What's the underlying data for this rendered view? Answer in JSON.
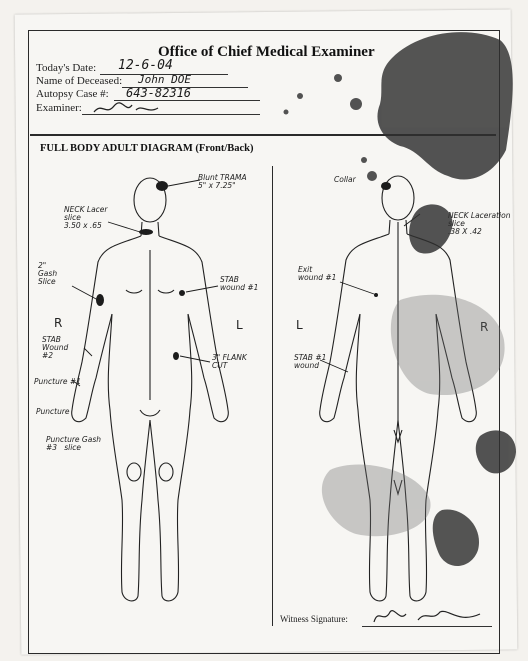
{
  "form": {
    "title": "Office of Chief Medical Examiner",
    "fields": [
      {
        "label": "Today's Date:",
        "value": "12-6-04"
      },
      {
        "label": "Name of Deceased:",
        "value": "John DOE"
      },
      {
        "label": "Autopsy Case #:",
        "value": "643-82316"
      },
      {
        "label": "Examiner:",
        "value": ""
      }
    ],
    "section_heading": "FULL BODY ADULT DIAGRAM (Front/Back)",
    "witness_label": "Witness Signature:"
  },
  "annotations": {
    "blunt_trauma": "Blunt TRAMA\n5\" x 7.25\"",
    "neck_laceration": "NECK Lacer\nslice\n3.50 x .65",
    "gash_slice": "2\"\nGash\nSlice",
    "stab_wound_1": "STAB\nwound #1",
    "flank_cut": "3\" FLANK\nCUT",
    "stab_wound_2": "STAB\nWound\n#2",
    "puncture_1": "Puncture #1",
    "puncture_2": "Puncture",
    "puncture_gash": "Puncture Gash\n#3   slice",
    "back_neck": "NECK Laceration\nslice\n.38 X .42",
    "collar_mark": "Collar",
    "exit_wound": "Exit\nwound #1",
    "back_stab": "STAB #1\nwound",
    "left_front": "L",
    "right_front": "R",
    "left_back": "L",
    "right_back": "R"
  },
  "colors": {
    "ink": "#1b1b1b",
    "stain": "#3a3a3a",
    "paper": "#f7f6f3"
  }
}
